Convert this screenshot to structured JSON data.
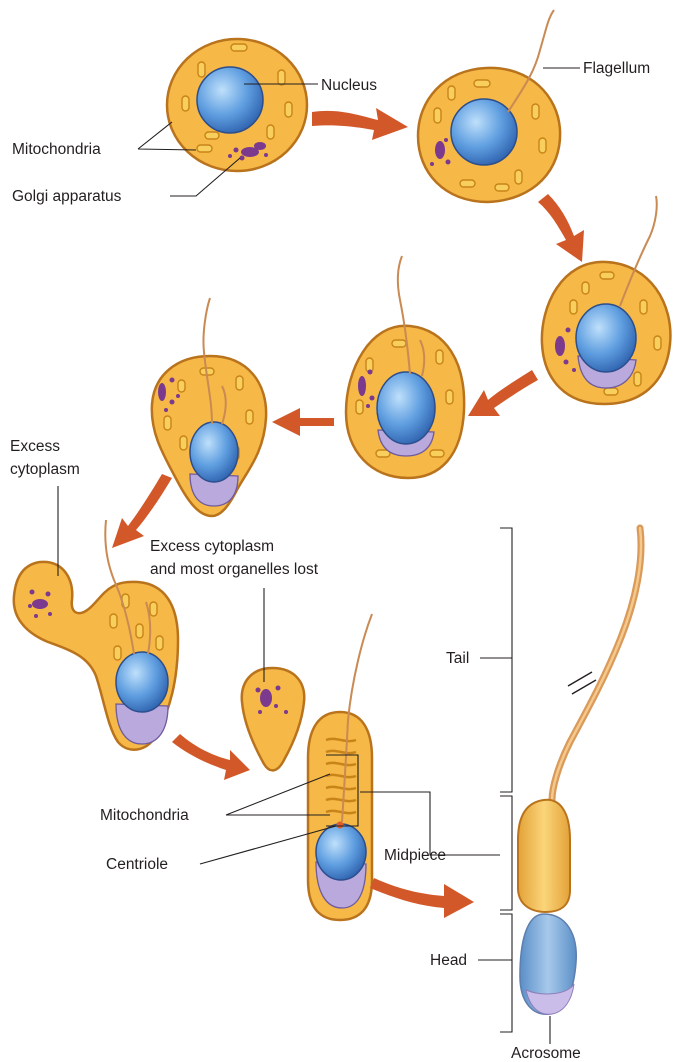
{
  "labels": {
    "nucleus": "Nucleus",
    "mitochondria_top": "Mitochondria",
    "golgi": "Golgi apparatus",
    "flagellum": "Flagellum",
    "excess_line1": "Excess",
    "excess_line2": "cytoplasm",
    "lost_line1": "Excess cytoplasm",
    "lost_line2": "and most organelles lost",
    "mitochondria_bottom": "Mitochondria",
    "centriole": "Centriole",
    "tail": "Tail",
    "midpiece": "Midpiece",
    "head": "Head",
    "acrosome": "Acrosome"
  },
  "colors": {
    "cytoplasm": "#f6b846",
    "membrane": "#b9731d",
    "nucleus": "#4f8ed4",
    "acrosome": "#b9a9dc",
    "golgi": "#7b3a8e",
    "arrow": "#d2582a"
  }
}
